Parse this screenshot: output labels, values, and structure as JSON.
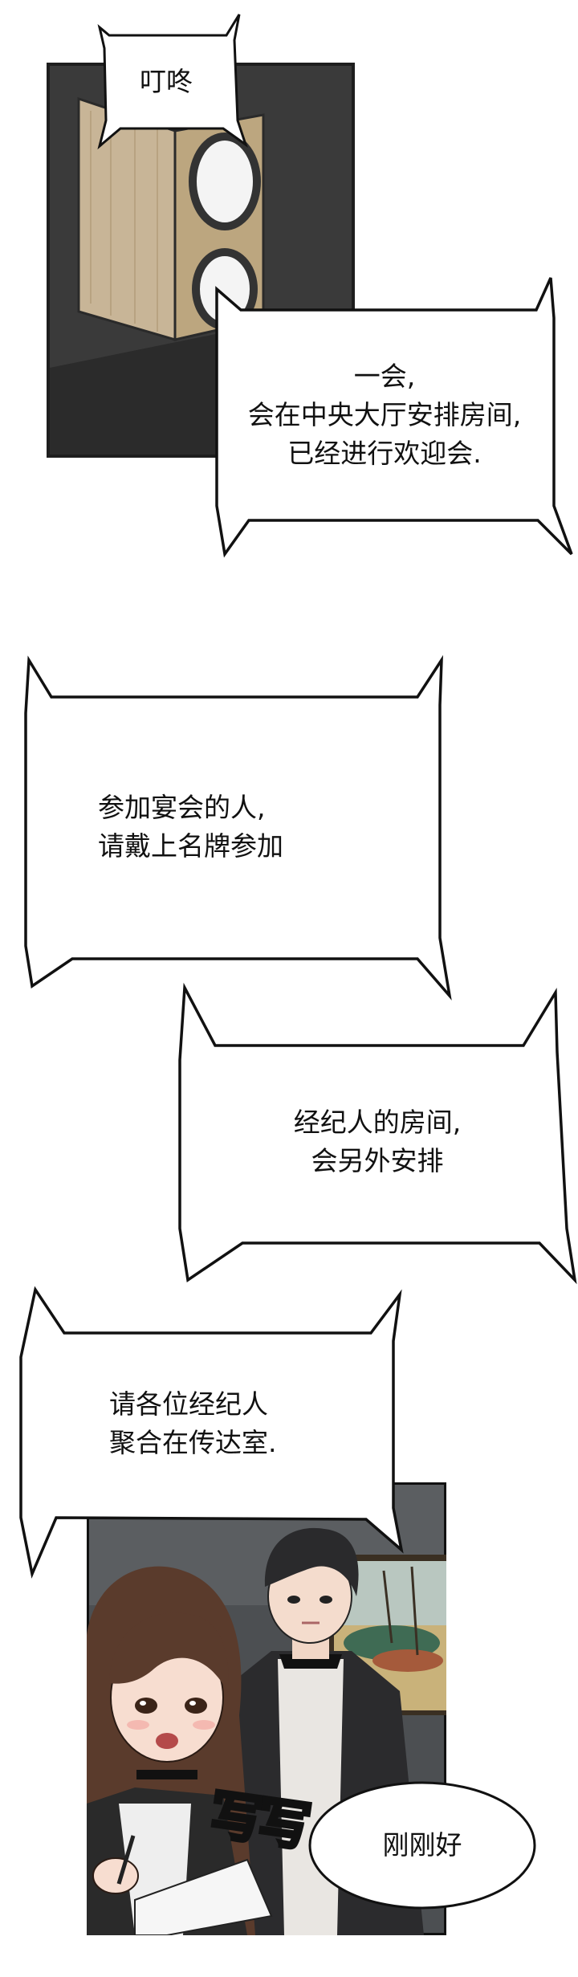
{
  "bubbles": {
    "doorbell": "叮咚",
    "announcement": [
      "一会,",
      "会在中央大厅安排房间,",
      "已经进行欢迎会."
    ],
    "nametag": [
      "参加宴会的人,",
      "请戴上名牌参加"
    ],
    "manager_room": [
      "经纪人的房间,",
      "会另外安排"
    ],
    "gather": [
      "请各位经纪人",
      "聚合在传达室."
    ],
    "just_right": "刚刚好"
  },
  "sfx": {
    "writing": "写写"
  },
  "colors": {
    "panel_dark": "#2a2a2a",
    "wall_grey": "#4c4f52",
    "wood": "#c8b597",
    "hair_brown": "#5a3b2c",
    "jacket": "#2b2b2d"
  }
}
